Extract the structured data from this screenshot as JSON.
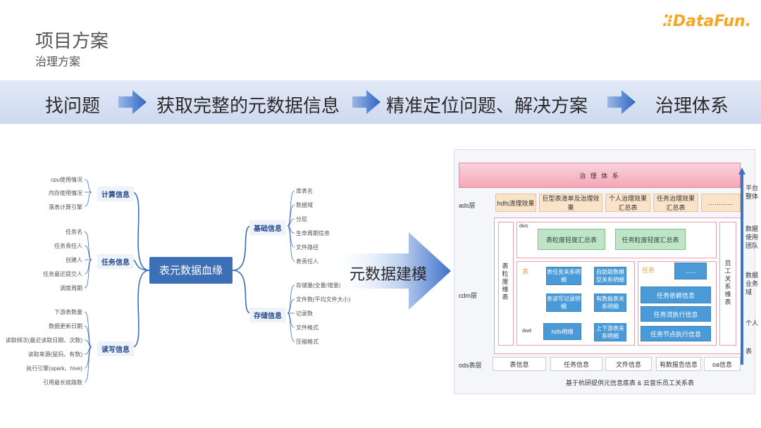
{
  "header": {
    "title": "项目方案",
    "subtitle": "治理方案",
    "logo": "DataFun."
  },
  "steps": [
    "找问题",
    "获取完整的元数据信息",
    "精准定位问题、解决方案",
    "治理体系"
  ],
  "mindmap": {
    "root": "表元数据血缘",
    "left": [
      {
        "label": "计算信息",
        "items": [
          "cpu使用情况",
          "内存使用情况",
          "落表计算引擎"
        ]
      },
      {
        "label": "任务信息",
        "items": [
          "任务名",
          "任务责任人",
          "创建人",
          "任务最近提交人",
          "调度周期"
        ]
      },
      {
        "label": "读写信息",
        "items": [
          "下游表数量",
          "数据更新日期",
          "读取频次(最近读取日期、次数)",
          "读取来源(猛犸、有数)",
          "执行引擎(spark、hive)",
          "引用最长链路数"
        ]
      }
    ],
    "right": [
      {
        "label": "基础信息",
        "items": [
          "库表名",
          "数据域",
          "分层",
          "生命周期信息",
          "文件路径",
          "表责任人"
        ]
      },
      {
        "label": "存储信息",
        "items": [
          "存储量(全量/增量)",
          "文件数(平均文件大小)",
          "记录数",
          "文件格式",
          "压缩格式"
        ]
      }
    ]
  },
  "model_label": "元数据建模",
  "arch": {
    "top_banner": "治 理 体 系",
    "ads": {
      "label": "ads层",
      "items": [
        "hdfs清理效果",
        "巨型表清单及治理效果",
        "个人治理效果汇总表",
        "任务治理效果汇总表",
        "…………"
      ]
    },
    "cdm": {
      "label": "cdm层",
      "left_vert": "表粒度维表",
      "right_vert": "员工关系维表",
      "dws_label": "dws",
      "dws_items": [
        "表粒度轻度汇总表",
        "任务粒度轻度汇总表"
      ],
      "table_label": "表",
      "table_items": [
        "表任务关系明细",
        "自助取数模型关系明细",
        "表读写记录明细",
        "有数报表关系明细",
        "hdfs明细",
        "上下游表关系明细"
      ],
      "dwd_label": "dwd",
      "task_label": "任务",
      "task_items": [
        "......",
        "任务依赖信息",
        "任务流执行信息",
        "任务节点执行信息"
      ]
    },
    "ods": {
      "label": "ods表层",
      "items": [
        "表信息",
        "任务信息",
        "文件信息",
        "有数报告信息",
        "oa信息"
      ]
    },
    "footer": "基于杭研提供元信息底表 & 云音乐员工关系表",
    "side": [
      "平台整体",
      "数据使用团队",
      "数据业务域",
      "个人",
      "表"
    ]
  },
  "colors": {
    "band": "#cdd9ef",
    "root": "#3d6fb6",
    "peach": "#fbe3c9",
    "green": "#bfe4c8",
    "blue": "#4a9ad8",
    "logo": "#f5a623"
  }
}
